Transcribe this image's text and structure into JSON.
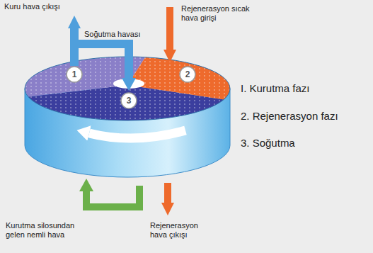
{
  "diagram": {
    "nodes": [
      {
        "text": [
          "1"
        ]
      },
      {
        "text": [
          "2"
        ]
      },
      {
        "text": [
          "3"
        ]
      }
    ],
    "edges": [
      {
        "from": 0,
        "to": 2,
        "arrow": "to",
        "label": "Soğutma havası"
      }
    ],
    "labels": [
      "Kuru hava çıkışı",
      "Rejenerasyon sıcak hava girişi",
      "I. Kurutma fazı",
      "2. Rejenerasyon fazı",
      "3. Soğutma",
      "Kurutma silosundan gelen nemli hava",
      "Rejenerasyon hava çıkışı"
    ]
  }
}
